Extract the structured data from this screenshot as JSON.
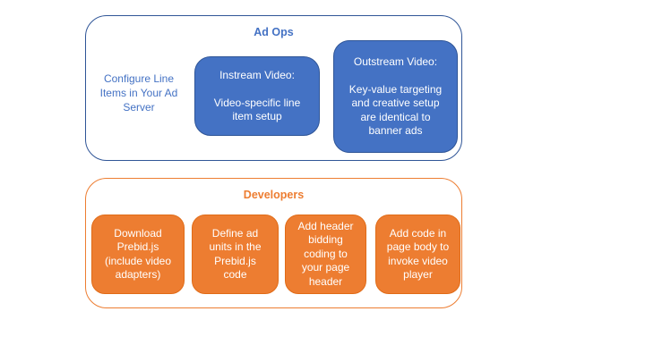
{
  "colors": {
    "blue_fill": "#4472C4",
    "blue_border": "#2F5597",
    "orange_fill": "#ED7D31",
    "orange_border": "#E06B17",
    "box_text": "#FFFFFF",
    "background": "#FFFFFF"
  },
  "ad_ops": {
    "title": "Ad Ops",
    "side_note": "Configure Line\nItems in Your Ad\nServer",
    "boxes": [
      {
        "text": "Instream Video:\n\nVideo-specific line\nitem setup"
      },
      {
        "text": "Outstream Video:\n\nKey-value targeting\nand creative setup\nare identical to\nbanner ads"
      }
    ]
  },
  "developers": {
    "title": "Developers",
    "boxes": [
      {
        "text": "Download\nPrebid.js\n(include video\nadapters)"
      },
      {
        "text": "Define ad\nunits in the\nPrebid.js\ncode"
      },
      {
        "text": "Add header\nbidding\ncoding to\nyour page\nheader"
      },
      {
        "text": "Add code in\npage body to\ninvoke video\nplayer"
      }
    ]
  }
}
